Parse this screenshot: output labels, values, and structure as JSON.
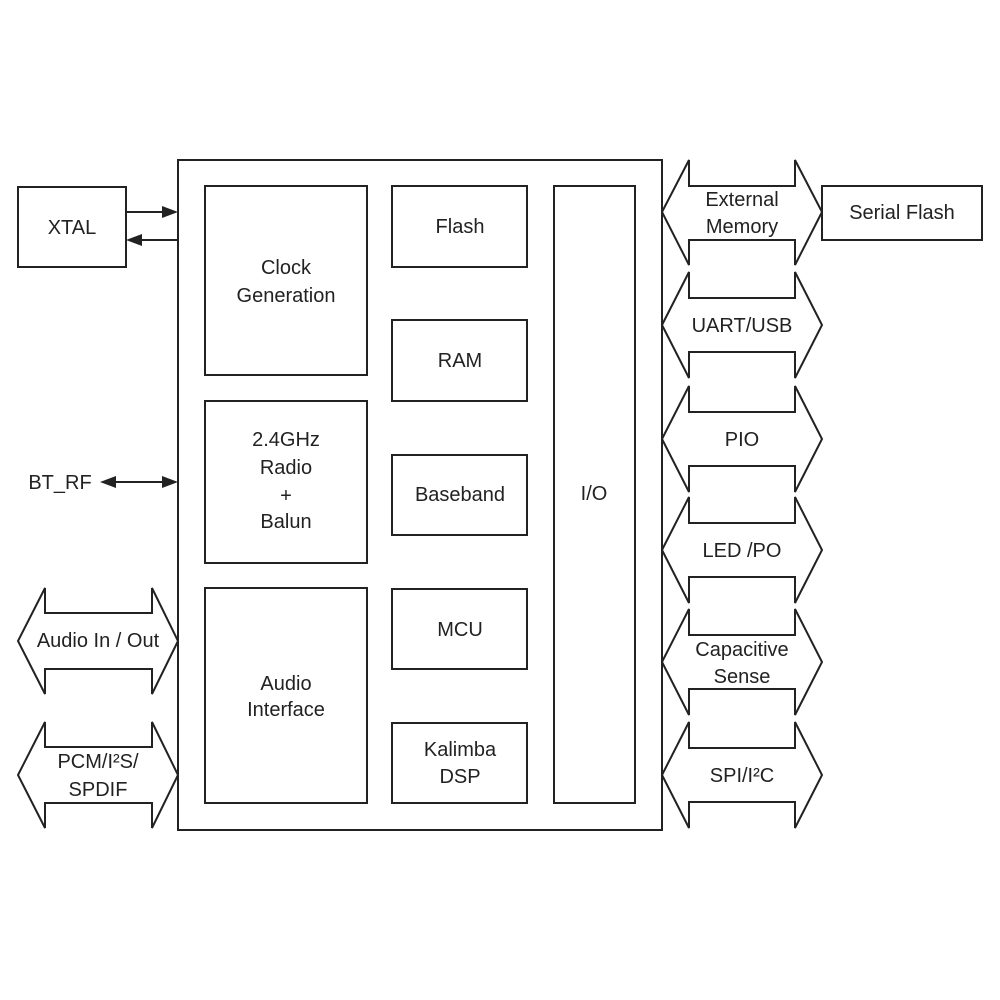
{
  "blocks": {
    "xtal": "XTAL",
    "clock_1": "Clock",
    "clock_2": "Generation",
    "radio_1": "2.4GHz",
    "radio_2": "Radio",
    "radio_3": "+",
    "radio_4": "Balun",
    "audio_if_1": "Audio",
    "audio_if_2": "Interface",
    "flash": "Flash",
    "ram": "RAM",
    "baseband": "Baseband",
    "mcu": "MCU",
    "dsp_1": "Kalimba",
    "dsp_2": "DSP",
    "io": "I/O",
    "serial_flash": "Serial Flash"
  },
  "signals": {
    "bt_rf": "BT_RF",
    "audio_io": "Audio In / Out",
    "pcm_1": "PCM/I²S/",
    "pcm_2": "SPDIF"
  },
  "interfaces": {
    "ext_mem_1": "External",
    "ext_mem_2": "Memory",
    "uart_usb": "UART/USB",
    "pio": "PIO",
    "led_po": "LED /PO",
    "cap_1": "Capacitive",
    "cap_2": "Sense",
    "spi_i2c": "SPI/I²C"
  }
}
